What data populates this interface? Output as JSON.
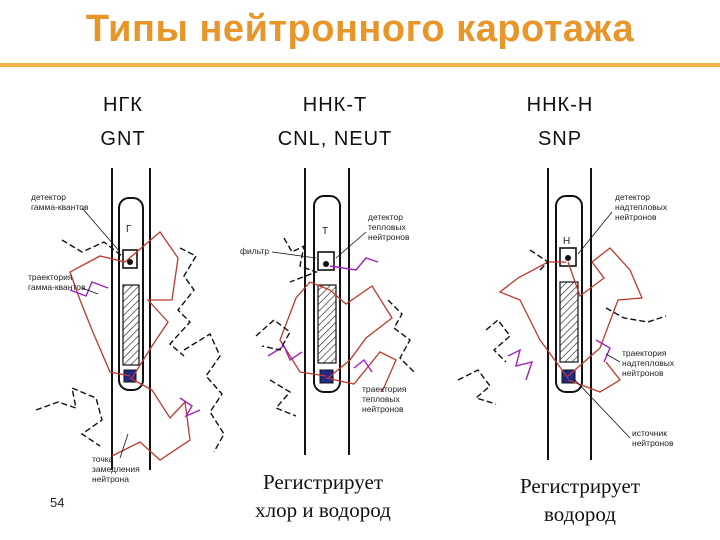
{
  "title": "Типы нейтронного каротажа",
  "page_number": "54",
  "colors": {
    "title": "#e8962a",
    "rule": "#f3b24a",
    "neutron_path": "#c0392b",
    "gamma_path": "#a020c0"
  },
  "columns": [
    {
      "code_ru": "НГК",
      "code_en": "GNT",
      "tool_letter": "Г",
      "labels": {
        "detector_l1": "детектор",
        "detector_l2": "гамма-квантов",
        "trajectory_l1": "траектория",
        "trajectory_l2": "гамма-квантов",
        "slowdown_l1": "точка",
        "slowdown_l2": "замедления",
        "slowdown_l3": "нейтрона"
      }
    },
    {
      "code_ru": "ННК-Т",
      "code_en": "CNL, NEUT",
      "tool_letter": "Т",
      "labels": {
        "detector_l1": "детектор",
        "detector_l2": "тепловых",
        "detector_l3": "нейтронов",
        "filter": "фильтр",
        "trajectory_l1": "траектория",
        "trajectory_l2": "тепловых",
        "trajectory_l3": "нейтронов"
      },
      "caption_l1": "Регистрирует",
      "caption_l2": "хлор и водород"
    },
    {
      "code_ru": "ННК-Н",
      "code_en": "SNP",
      "tool_letter": "Н",
      "labels": {
        "detector_l1": "детектор",
        "detector_l2": "надтепловых",
        "detector_l3": "нейтронов",
        "trajectory_l1": "траектория",
        "trajectory_l2": "надтепловых",
        "trajectory_l3": "нейтронов",
        "source_l1": "источник",
        "source_l2": "нейтронов"
      },
      "caption_l1": "Регистрирует",
      "caption_l2": "водород"
    }
  ]
}
